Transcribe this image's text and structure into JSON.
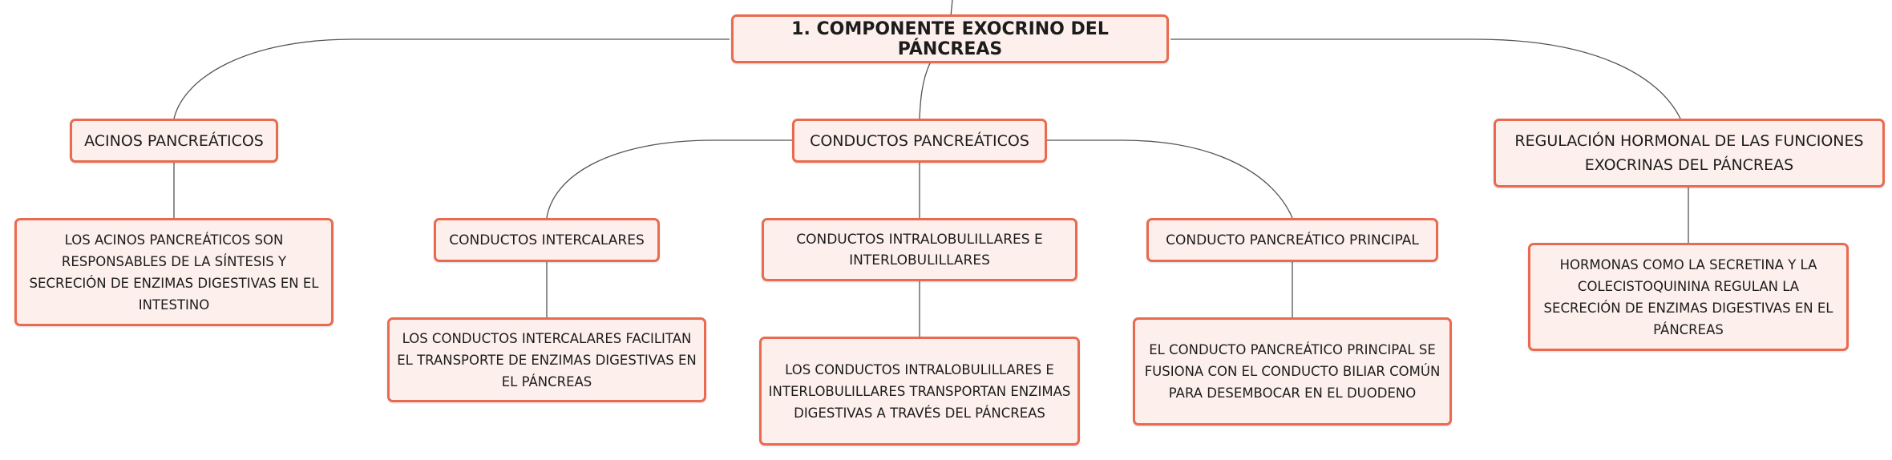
{
  "map": {
    "root": "1. COMPONENTE EXOCRINO DEL PÁNCREAS",
    "acinos": {
      "title": "ACINOS PANCREÁTICOS",
      "detail": "LOS ACINOS PANCREÁTICOS SON RESPONSABLES DE LA SÍNTESIS Y SECRECIÓN DE ENZIMAS DIGESTIVAS EN EL INTESTINO"
    },
    "conductos": {
      "title": "CONDUCTOS PANCREÁTICOS",
      "intercalares": {
        "title": "CONDUCTOS INTERCALARES",
        "detail": "LOS CONDUCTOS INTERCALARES FACILITAN EL TRANSPORTE DE ENZIMAS DIGESTIVAS EN EL PÁNCREAS"
      },
      "intralobulillares": {
        "title": "CONDUCTOS INTRALOBULILLARES E INTERLOBULILLARES",
        "detail": "LOS CONDUCTOS INTRALOBULILLARES E INTERLOBULILLARES TRANSPORTAN ENZIMAS DIGESTIVAS A TRAVÉS DEL PÁNCREAS"
      },
      "principal": {
        "title": "CONDUCTO PANCREÁTICO PRINCIPAL",
        "detail": "EL CONDUCTO PANCREÁTICO PRINCIPAL SE FUSIONA CON EL CONDUCTO BILIAR COMÚN PARA DESEMBOCAR EN EL DUODENO"
      }
    },
    "regulacion": {
      "title": "REGULACIÓN HORMONAL DE LAS FUNCIONES EXOCRINAS DEL PÁNCREAS",
      "detail": "HORMONAS COMO LA SECRETINA Y LA COLECISTOQUININA REGULAN LA SECRECIÓN DE ENZIMAS DIGESTIVAS EN EL PÁNCREAS"
    }
  },
  "style": {
    "node_fill": "#fdf0ec",
    "node_border": "#ea6a4f",
    "connector": "#555555"
  }
}
